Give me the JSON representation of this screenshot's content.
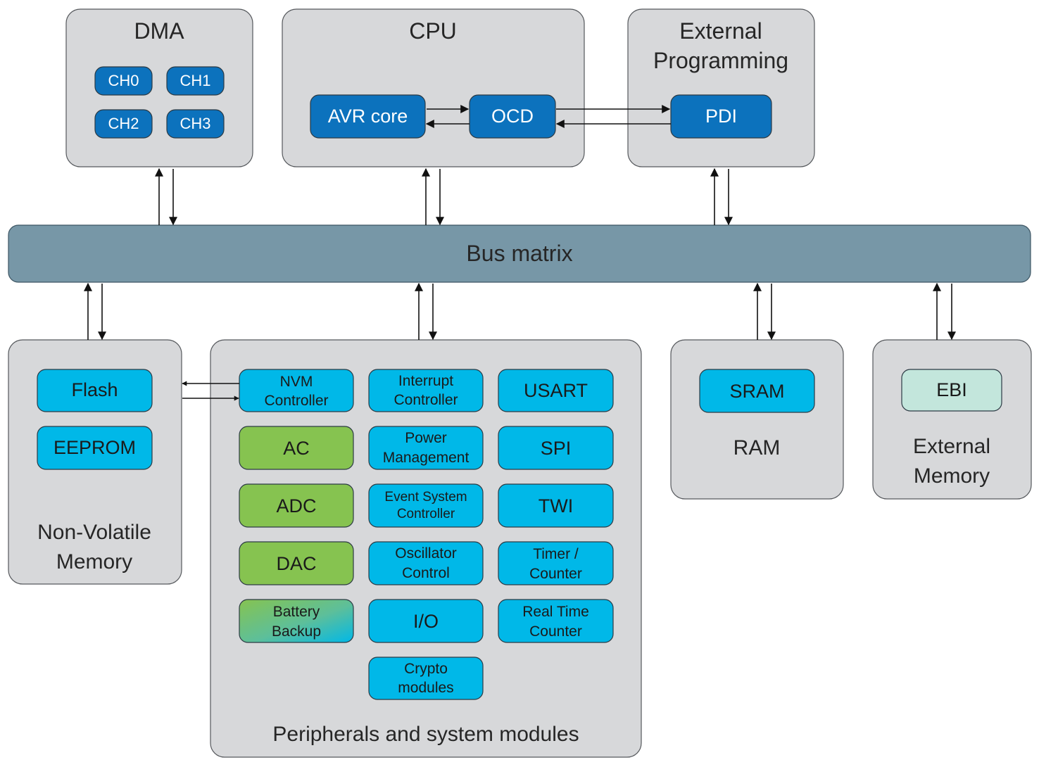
{
  "groups": {
    "dma": {
      "title": "DMA",
      "channels": [
        "CH0",
        "CH1",
        "CH2",
        "CH3"
      ]
    },
    "cpu": {
      "title": "CPU",
      "avr_core": "AVR core",
      "ocd": "OCD"
    },
    "ext_prog": {
      "title_line1": "External",
      "title_line2": "Programming",
      "pdi": "PDI"
    },
    "nvm": {
      "title_line1": "Non-Volatile",
      "title_line2": "Memory",
      "flash": "Flash",
      "eeprom": "EEPROM"
    },
    "peripherals": {
      "title": "Peripherals and system modules",
      "nvm_controller": [
        "NVM",
        "Controller"
      ],
      "interrupt_controller": [
        "Interrupt",
        "Controller"
      ],
      "usart": "USART",
      "ac": "AC",
      "power_management": [
        "Power",
        "Management"
      ],
      "spi": "SPI",
      "adc": "ADC",
      "event_system_controller": [
        "Event System",
        "Controller"
      ],
      "twi": "TWI",
      "dac": "DAC",
      "oscillator_control": [
        "Oscillator",
        "Control"
      ],
      "timer_counter": [
        "Timer /",
        "Counter"
      ],
      "battery_backup": [
        "Battery",
        "Backup"
      ],
      "io": "I/O",
      "real_time_counter": [
        "Real Time",
        "Counter"
      ],
      "crypto_modules": [
        "Crypto",
        "modules"
      ]
    },
    "ram": {
      "title": "RAM",
      "sram": "SRAM"
    },
    "ext_mem": {
      "title_line1": "External",
      "title_line2": "Memory",
      "ebi": "EBI"
    }
  },
  "bus_matrix": {
    "label": "Bus matrix"
  },
  "colors": {
    "group_fill": "#d7d8da",
    "module_blue": "#00b8e8",
    "module_dark_blue": "#0c72bd",
    "module_green": "#86c350",
    "module_mint": "#c3e6dc",
    "bus_fill": "#7797a7"
  }
}
